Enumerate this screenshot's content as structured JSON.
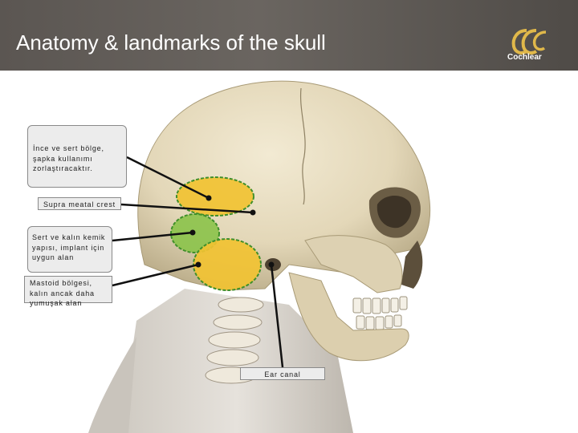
{
  "header": {
    "title": "Anatomy & landmarks of the skull",
    "logo_text": "Cochlear",
    "logo_icon": "cochlear-logo-icon"
  },
  "labels": {
    "thin_hard_area": "İnce ve sert bölge, şapka kullanımı zorlaştıracaktır.",
    "supra_meatal_crest": "Supra meatal crest",
    "hard_thick_bone": "Sert ve kalın kemik yapısı, implant için uygun alan",
    "mastoid_area": "Mastoid bölgesi, kalın ancak daha yumuşak alan",
    "ear_canal": "Ear canal"
  },
  "colors": {
    "header_bg": "#5b5652",
    "zone_yellow": "#f1c232",
    "zone_green": "#8bc34a",
    "zone_border": "#3f8f2a",
    "skull": "#e6dcc0"
  }
}
